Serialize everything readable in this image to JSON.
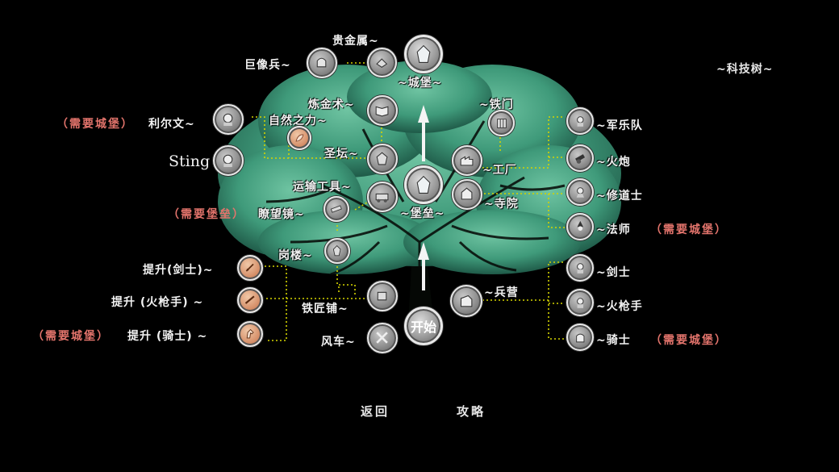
{
  "title": "~科技树~",
  "menu": {
    "back": "返回",
    "guide": "攻略"
  },
  "requirements": {
    "castle": "（需要城堡）",
    "fortress": "（需要堡垒）"
  },
  "center": {
    "castle": "~城堡~",
    "fortress": "~堡垒~",
    "start": "开始"
  },
  "left": {
    "precious_metal": "贵金属~",
    "colossus": "巨像兵~",
    "alchemy": "炼金术~",
    "rolf": "利尔文~",
    "nature_power": "自然之力~",
    "sting": "Sting",
    "altar": "圣坛~",
    "transport": "运输工具~",
    "telescope": "瞭望镜~",
    "watchtower": "岗楼~",
    "upgrade_swordsman": "提升(剑士)~",
    "upgrade_musketeer": "提升 (火枪手) ~",
    "upgrade_knight": "提升 (骑士) ~",
    "blacksmith": "铁匠铺~",
    "windmill": "风车~"
  },
  "right": {
    "iron_gate": "~铁门",
    "factory": "~工厂",
    "monastery": "~寺院",
    "barracks": "~兵营",
    "band": "~军乐队",
    "cannon": "~火炮",
    "monk": "~修道士",
    "mage": "~法师",
    "swordsman": "~剑士",
    "musketeer": "~火枪手",
    "knight": "~骑士"
  },
  "colors": {
    "tree_foliage": "#3f9a7a",
    "connector": "#d4d400",
    "requirement_text": "#e3746c",
    "upgrade_node": "#d6906a"
  }
}
